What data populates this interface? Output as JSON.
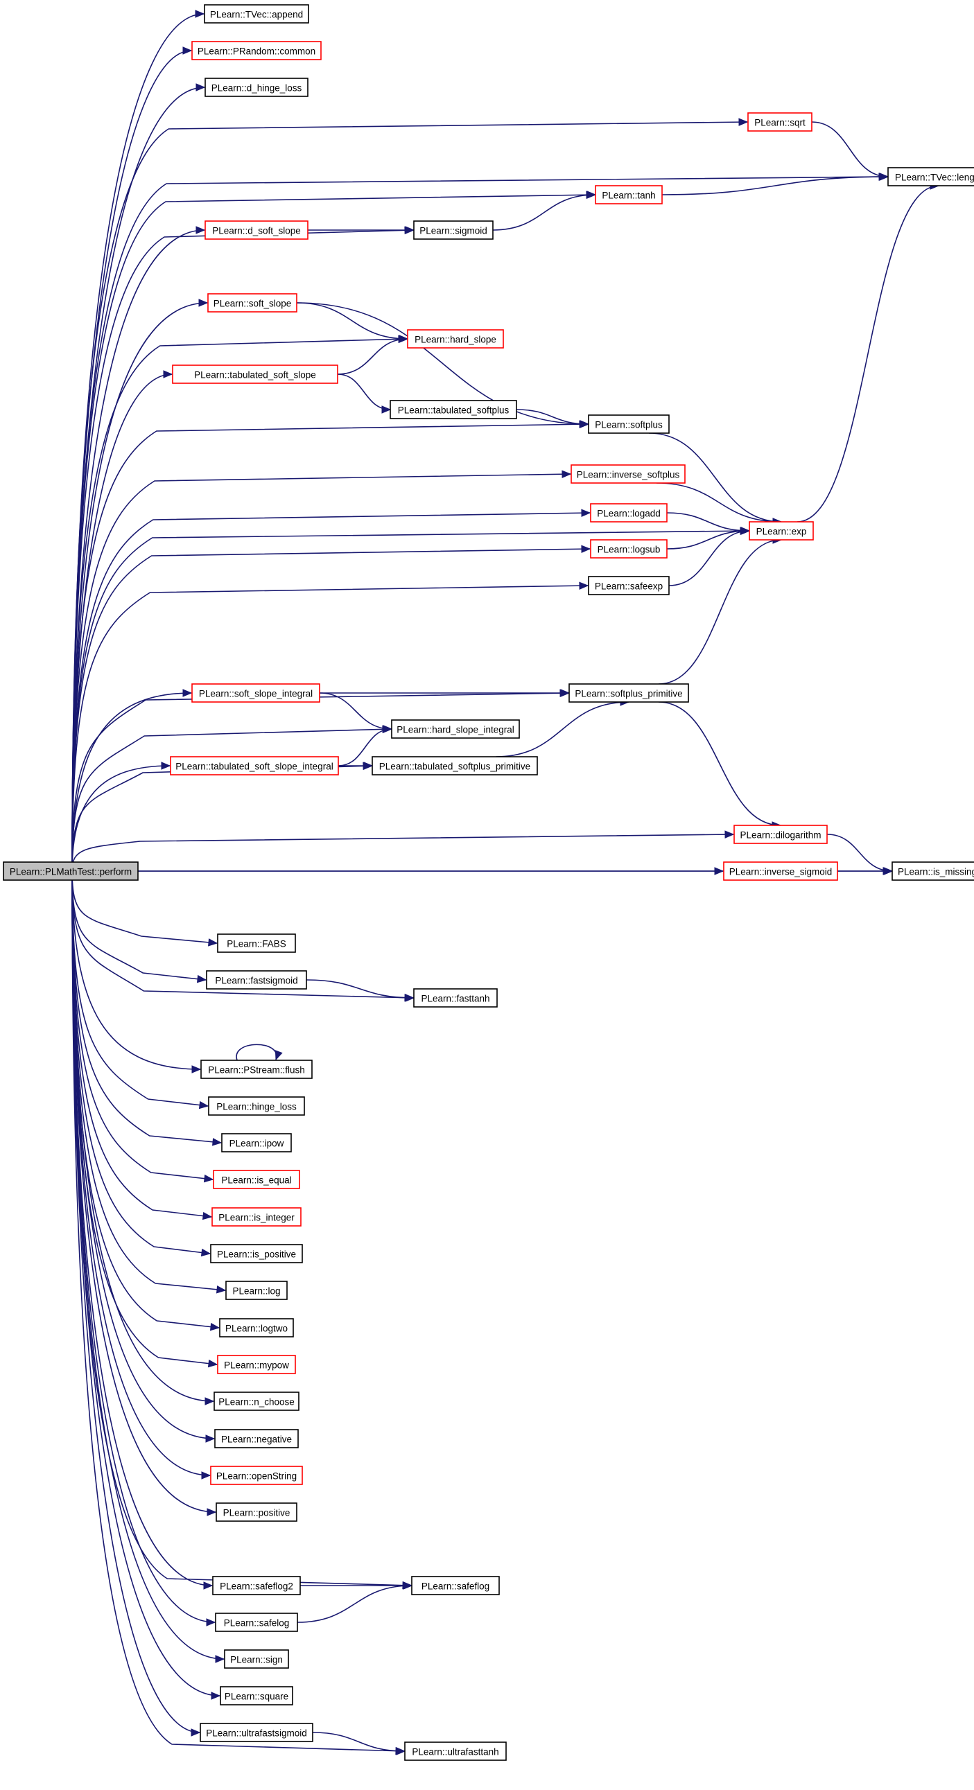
{
  "nodes": [
    {
      "id": "perform",
      "label": "PLearn::PLMathTest::perform",
      "style": "root"
    },
    {
      "id": "append",
      "label": "PLearn::TVec::append",
      "style": "black"
    },
    {
      "id": "common",
      "label": "PLearn::PRandom::common",
      "style": "red"
    },
    {
      "id": "d_hinge_loss",
      "label": "PLearn::d_hinge_loss",
      "style": "black"
    },
    {
      "id": "sqrt",
      "label": "PLearn::sqrt",
      "style": "red"
    },
    {
      "id": "length",
      "label": "PLearn::TVec::length",
      "style": "black"
    },
    {
      "id": "tanh",
      "label": "PLearn::tanh",
      "style": "red"
    },
    {
      "id": "d_soft_slope",
      "label": "PLearn::d_soft_slope",
      "style": "red"
    },
    {
      "id": "sigmoid",
      "label": "PLearn::sigmoid",
      "style": "black"
    },
    {
      "id": "soft_slope",
      "label": "PLearn::soft_slope",
      "style": "red"
    },
    {
      "id": "hard_slope",
      "label": "PLearn::hard_slope",
      "style": "red"
    },
    {
      "id": "tabulated_soft_slope",
      "label": "PLearn::tabulated_soft_slope",
      "style": "red"
    },
    {
      "id": "tabulated_softplus",
      "label": "PLearn::tabulated_softplus",
      "style": "black"
    },
    {
      "id": "softplus",
      "label": "PLearn::softplus",
      "style": "black"
    },
    {
      "id": "inverse_softplus",
      "label": "PLearn::inverse_softplus",
      "style": "red"
    },
    {
      "id": "logadd",
      "label": "PLearn::logadd",
      "style": "red"
    },
    {
      "id": "exp",
      "label": "PLearn::exp",
      "style": "red"
    },
    {
      "id": "logsub",
      "label": "PLearn::logsub",
      "style": "red"
    },
    {
      "id": "safeexp",
      "label": "PLearn::safeexp",
      "style": "black"
    },
    {
      "id": "soft_slope_integral",
      "label": "PLearn::soft_slope_integral",
      "style": "red"
    },
    {
      "id": "softplus_primitive",
      "label": "PLearn::softplus_primitive",
      "style": "black"
    },
    {
      "id": "hard_slope_integral",
      "label": "PLearn::hard_slope_integral",
      "style": "black"
    },
    {
      "id": "tabulated_soft_slope_integral",
      "label": "PLearn::tabulated_soft_slope_integral",
      "style": "red"
    },
    {
      "id": "tabulated_softplus_primitive",
      "label": "PLearn::tabulated_softplus_primitive",
      "style": "black"
    },
    {
      "id": "dilogarithm",
      "label": "PLearn::dilogarithm",
      "style": "red"
    },
    {
      "id": "inverse_sigmoid",
      "label": "PLearn::inverse_sigmoid",
      "style": "red"
    },
    {
      "id": "is_missing",
      "label": "PLearn::is_missing",
      "style": "black"
    },
    {
      "id": "FABS",
      "label": "PLearn::FABS",
      "style": "black"
    },
    {
      "id": "fastsigmoid",
      "label": "PLearn::fastsigmoid",
      "style": "black"
    },
    {
      "id": "fasttanh",
      "label": "PLearn::fasttanh",
      "style": "black"
    },
    {
      "id": "flush",
      "label": "PLearn::PStream::flush",
      "style": "black"
    },
    {
      "id": "hinge_loss",
      "label": "PLearn::hinge_loss",
      "style": "black"
    },
    {
      "id": "ipow",
      "label": "PLearn::ipow",
      "style": "black"
    },
    {
      "id": "is_equal",
      "label": "PLearn::is_equal",
      "style": "red"
    },
    {
      "id": "is_integer",
      "label": "PLearn::is_integer",
      "style": "red"
    },
    {
      "id": "is_positive",
      "label": "PLearn::is_positive",
      "style": "black"
    },
    {
      "id": "log",
      "label": "PLearn::log",
      "style": "black"
    },
    {
      "id": "logtwo",
      "label": "PLearn::logtwo",
      "style": "black"
    },
    {
      "id": "mypow",
      "label": "PLearn::mypow",
      "style": "red"
    },
    {
      "id": "n_choose",
      "label": "PLearn::n_choose",
      "style": "black"
    },
    {
      "id": "negative",
      "label": "PLearn::negative",
      "style": "black"
    },
    {
      "id": "openString",
      "label": "PLearn::openString",
      "style": "red"
    },
    {
      "id": "positive",
      "label": "PLearn::positive",
      "style": "black"
    },
    {
      "id": "safeflog2",
      "label": "PLearn::safeflog2",
      "style": "black"
    },
    {
      "id": "safeflog",
      "label": "PLearn::safeflog",
      "style": "black"
    },
    {
      "id": "safelog",
      "label": "PLearn::safelog",
      "style": "black"
    },
    {
      "id": "sign",
      "label": "PLearn::sign",
      "style": "black"
    },
    {
      "id": "square",
      "label": "PLearn::square",
      "style": "black"
    },
    {
      "id": "ultrafastsigmoid",
      "label": "PLearn::ultrafastsigmoid",
      "style": "black"
    },
    {
      "id": "ultrafasttanh",
      "label": "PLearn::ultrafasttanh",
      "style": "black"
    }
  ],
  "edges": [
    [
      "perform",
      "append"
    ],
    [
      "perform",
      "common"
    ],
    [
      "perform",
      "d_hinge_loss"
    ],
    [
      "perform",
      "sqrt"
    ],
    [
      "perform",
      "length"
    ],
    [
      "perform",
      "tanh"
    ],
    [
      "perform",
      "d_soft_slope"
    ],
    [
      "perform",
      "sigmoid"
    ],
    [
      "perform",
      "soft_slope"
    ],
    [
      "perform",
      "hard_slope"
    ],
    [
      "perform",
      "tabulated_soft_slope"
    ],
    [
      "perform",
      "softplus"
    ],
    [
      "perform",
      "inverse_softplus"
    ],
    [
      "perform",
      "logadd"
    ],
    [
      "perform",
      "logsub"
    ],
    [
      "perform",
      "safeexp"
    ],
    [
      "perform",
      "exp"
    ],
    [
      "perform",
      "softplus_primitive"
    ],
    [
      "perform",
      "soft_slope_integral"
    ],
    [
      "perform",
      "hard_slope_integral"
    ],
    [
      "perform",
      "tabulated_soft_slope_integral"
    ],
    [
      "perform",
      "tabulated_softplus_primitive"
    ],
    [
      "perform",
      "dilogarithm"
    ],
    [
      "perform",
      "inverse_sigmoid"
    ],
    [
      "perform",
      "is_missing"
    ],
    [
      "perform",
      "FABS"
    ],
    [
      "perform",
      "fastsigmoid"
    ],
    [
      "perform",
      "fasttanh"
    ],
    [
      "perform",
      "flush"
    ],
    [
      "perform",
      "hinge_loss"
    ],
    [
      "perform",
      "ipow"
    ],
    [
      "perform",
      "is_equal"
    ],
    [
      "perform",
      "is_integer"
    ],
    [
      "perform",
      "is_positive"
    ],
    [
      "perform",
      "log"
    ],
    [
      "perform",
      "logtwo"
    ],
    [
      "perform",
      "mypow"
    ],
    [
      "perform",
      "n_choose"
    ],
    [
      "perform",
      "negative"
    ],
    [
      "perform",
      "openString"
    ],
    [
      "perform",
      "positive"
    ],
    [
      "perform",
      "safeflog"
    ],
    [
      "perform",
      "safeflog2"
    ],
    [
      "perform",
      "safelog"
    ],
    [
      "perform",
      "sign"
    ],
    [
      "perform",
      "square"
    ],
    [
      "perform",
      "ultrafastsigmoid"
    ],
    [
      "perform",
      "ultrafasttanh"
    ],
    [
      "sqrt",
      "length"
    ],
    [
      "tanh",
      "length"
    ],
    [
      "d_soft_slope",
      "sigmoid"
    ],
    [
      "sigmoid",
      "tanh"
    ],
    [
      "soft_slope",
      "hard_slope"
    ],
    [
      "soft_slope",
      "softplus"
    ],
    [
      "tabulated_soft_slope",
      "hard_slope"
    ],
    [
      "tabulated_soft_slope",
      "tabulated_softplus"
    ],
    [
      "tabulated_softplus",
      "softplus"
    ],
    [
      "softplus",
      "exp"
    ],
    [
      "inverse_softplus",
      "exp"
    ],
    [
      "logadd",
      "exp"
    ],
    [
      "logsub",
      "exp"
    ],
    [
      "safeexp",
      "exp"
    ],
    [
      "exp",
      "length"
    ],
    [
      "soft_slope_integral",
      "softplus_primitive"
    ],
    [
      "soft_slope_integral",
      "hard_slope_integral"
    ],
    [
      "tabulated_soft_slope_integral",
      "hard_slope_integral"
    ],
    [
      "tabulated_soft_slope_integral",
      "tabulated_softplus_primitive"
    ],
    [
      "tabulated_softplus_primitive",
      "softplus_primitive"
    ],
    [
      "softplus_primitive",
      "exp"
    ],
    [
      "softplus_primitive",
      "dilogarithm"
    ],
    [
      "dilogarithm",
      "is_missing"
    ],
    [
      "inverse_sigmoid",
      "is_missing"
    ],
    [
      "fastsigmoid",
      "fasttanh"
    ],
    [
      "flush",
      "flush"
    ],
    [
      "safeflog2",
      "safeflog"
    ],
    [
      "safelog",
      "safeflog"
    ],
    [
      "ultrafastsigmoid",
      "ultrafasttanh"
    ]
  ],
  "colors": {
    "edge": "#191970",
    "node_border_default": "#000000",
    "node_border_red": "#ff0000",
    "root_fill": "#bfbfbf",
    "background": "#ffffff"
  }
}
